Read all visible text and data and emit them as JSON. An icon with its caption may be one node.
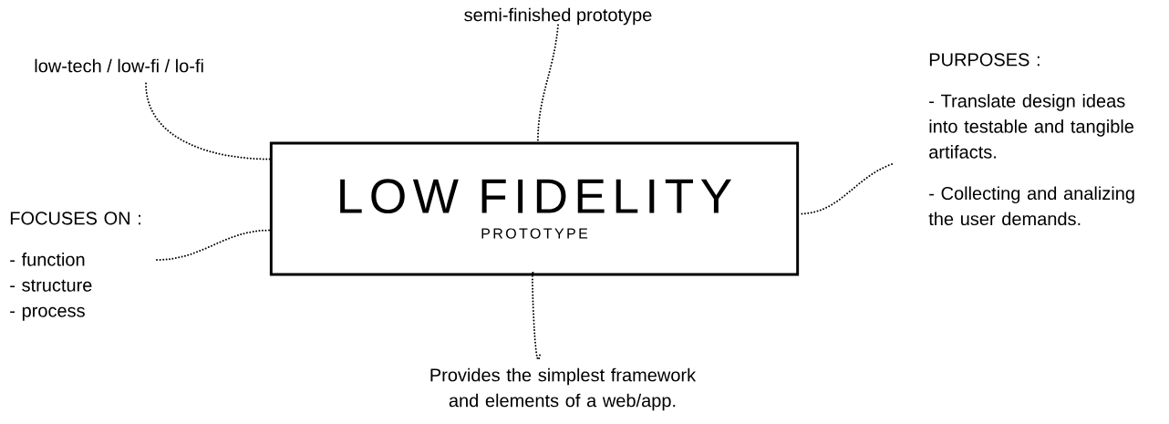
{
  "diagram": {
    "nodes": [
      {
        "text": [
          "LOW FIDELITY",
          "PROTOTYPE"
        ]
      },
      {
        "text": [
          "semi-finished prototype"
        ]
      },
      {
        "text": [
          "low-tech / low-fi / lo-fi"
        ]
      },
      {
        "text": [
          "PURPOSES :",
          "- Translate design ideas into testable and tangible artifacts.",
          "- Collecting and analizing the user demands."
        ]
      },
      {
        "text": [
          "FOCUSES ON :",
          "- function",
          "- structure",
          "- process"
        ]
      },
      {
        "text": [
          "Provides the simplest framework and elements of a web/app."
        ]
      }
    ],
    "edges": [
      {
        "from": 1,
        "to": 0,
        "arrow": "none"
      },
      {
        "from": 2,
        "to": 0,
        "arrow": "none"
      },
      {
        "from": 3,
        "to": 0,
        "arrow": "none"
      },
      {
        "from": 4,
        "to": 0,
        "arrow": "none"
      },
      {
        "from": 5,
        "to": 0,
        "arrow": "none"
      }
    ]
  }
}
